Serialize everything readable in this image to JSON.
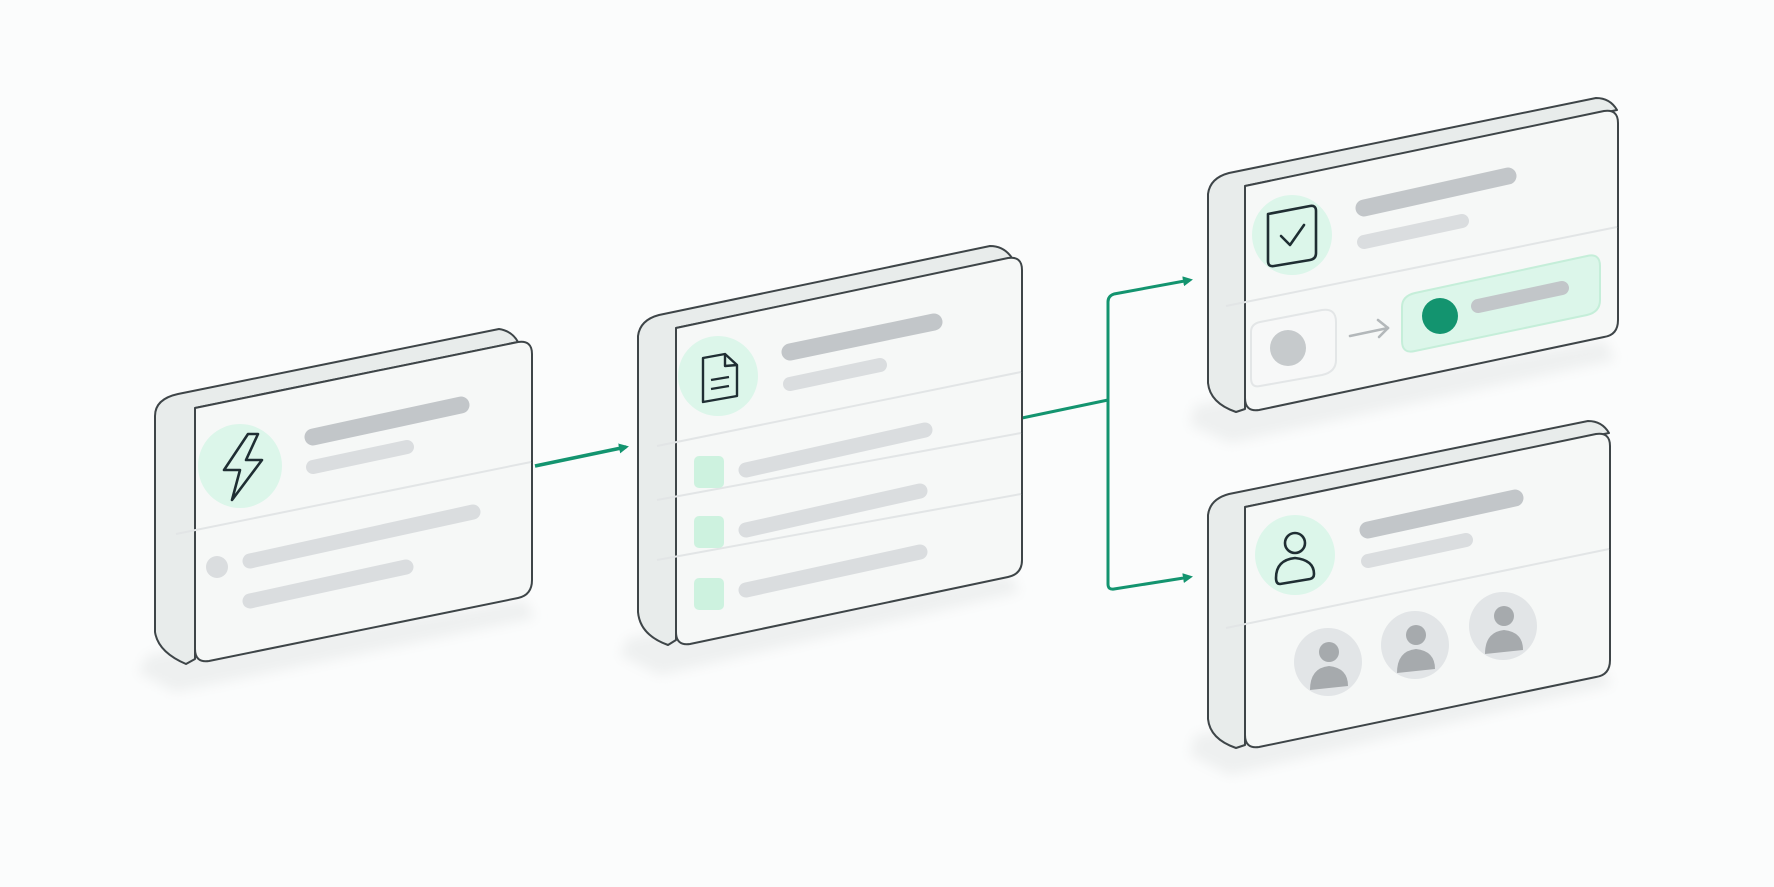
{
  "colors": {
    "background": "#fbfcfc",
    "accent": "#13946f",
    "accent_soft": "#dcf6ea",
    "accent_tile": "#cdf2df",
    "card_face": "#f6f8f7",
    "card_edge": "#e8eceb",
    "outline": "#3e4548",
    "placeholder_dark": "#c2c6c9",
    "placeholder_light": "#dadddf",
    "avatar_circle": "#e2e5e7",
    "avatar_figure": "#a6aaad",
    "shadow": "#eef0f0"
  },
  "diagram": {
    "cards": [
      {
        "id": "trigger",
        "icon": "lightning-bolt-icon",
        "rows": 2,
        "row_style": "bullet"
      },
      {
        "id": "document",
        "icon": "document-icon",
        "rows": 3,
        "row_style": "checkbox-tile"
      },
      {
        "id": "approval",
        "icon": "checkbox-check-icon",
        "row_style": "status-toggle"
      },
      {
        "id": "users",
        "icon": "user-icon",
        "avatars": 3,
        "row_style": "avatar-group"
      }
    ],
    "connectors": [
      {
        "from": "trigger",
        "to": "document"
      },
      {
        "from": "document",
        "to": "approval"
      },
      {
        "from": "document",
        "to": "users"
      }
    ]
  }
}
